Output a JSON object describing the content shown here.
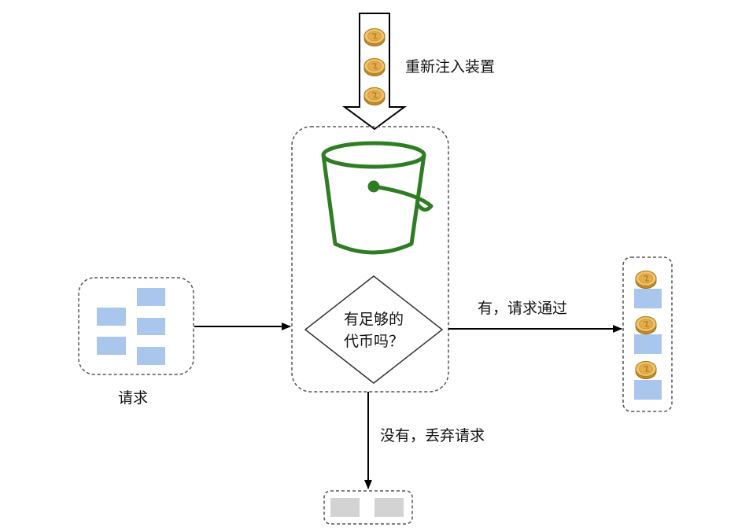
{
  "labels": {
    "refill": "重新注入装置",
    "requests": "请求",
    "question_line1": "有足够的",
    "question_line2": "代币吗？",
    "pass": "有，请求通过",
    "drop": "没有，丢弃请求"
  },
  "colors": {
    "bucket": "#2e7d23",
    "request_block": "#a9c6ec",
    "dropped_block": "#d3d3d3",
    "coin": "#e3b25b",
    "coin_edge": "#b5801e",
    "dash": "#555555",
    "arrow": "#000000"
  },
  "icons": {
    "bucket": "bucket-icon",
    "coin": "coin-icon",
    "request": "request-block-icon"
  }
}
